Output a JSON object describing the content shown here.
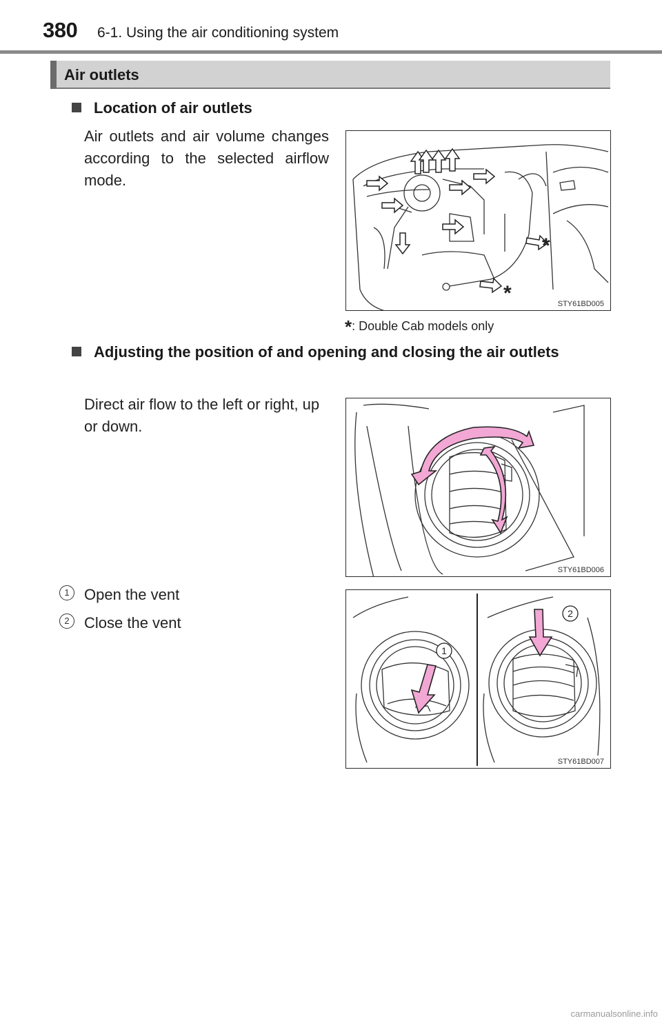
{
  "header": {
    "page_number": "380",
    "chapter_title": "6-1. Using the air conditioning system"
  },
  "section": {
    "title": "Air outlets"
  },
  "location": {
    "heading": "Location of air outlets",
    "body": "Air outlets and air volume changes according to the selected airflow mode.",
    "figure_code": "STY61BD005",
    "asterisk": "*",
    "footnote_star": "*",
    "footnote_text": ": Double Cab models only"
  },
  "adjusting": {
    "heading": "Adjusting the position of and opening and closing the air outlets",
    "body": "Direct air flow to the left or right, up or down.",
    "figure1_code": "STY61BD006",
    "figure2_code": "STY61BD007",
    "items": [
      {
        "number": "1",
        "text": "Open the vent"
      },
      {
        "number": "2",
        "text": "Close the vent"
      }
    ]
  },
  "watermark": "carmanualsonline.info",
  "colors": {
    "arrow_pink": "#f2a7d4",
    "section_bar": "#d2d2d2",
    "section_accent": "#6b6b6b"
  }
}
